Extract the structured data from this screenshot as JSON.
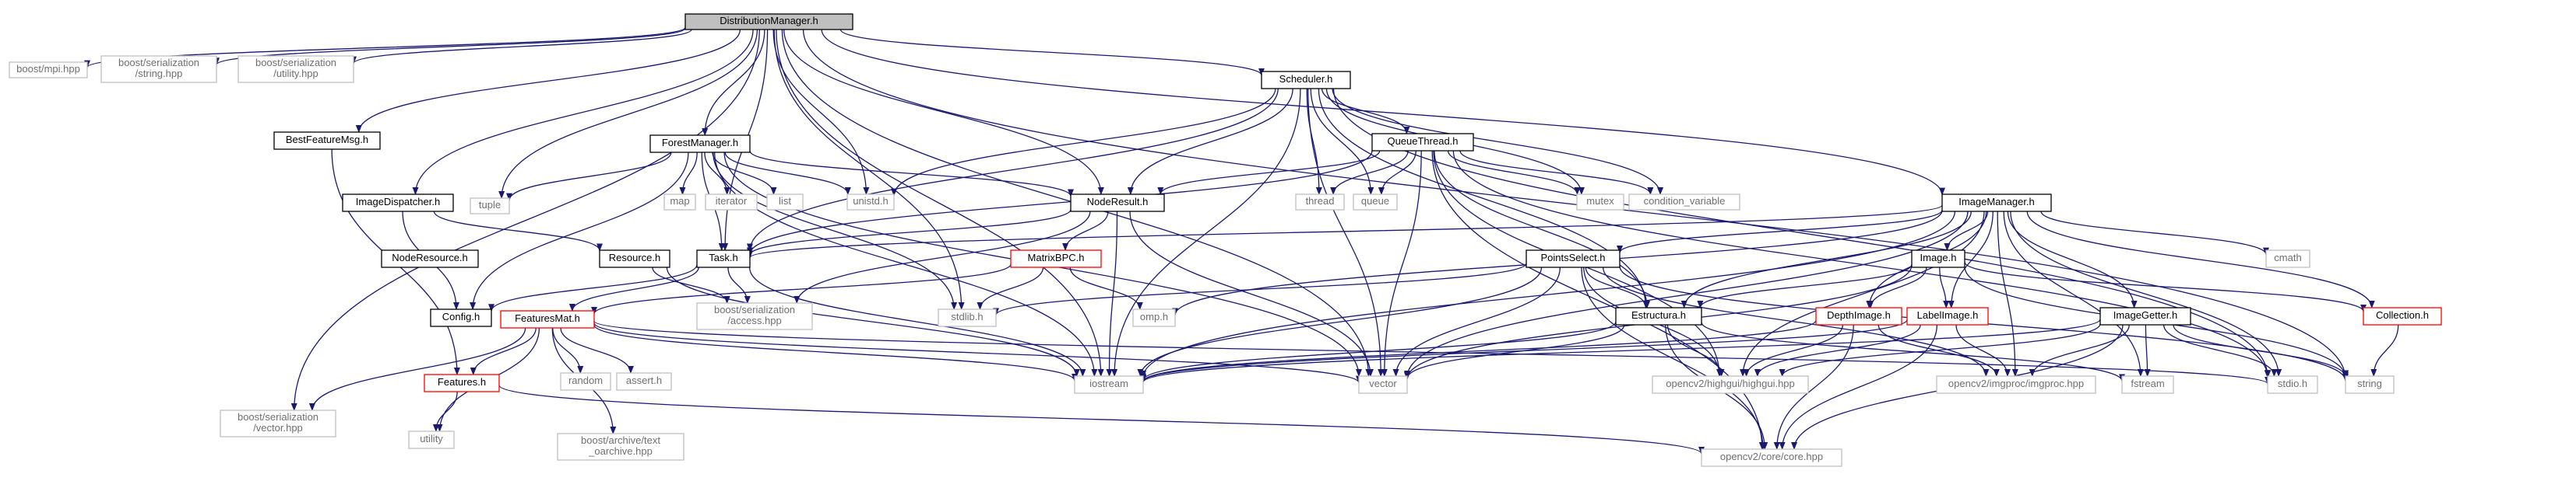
{
  "graph": {
    "colors": {
      "edge": "#191970",
      "documented_border": "#000000",
      "undocumented_border": "#ff0000",
      "external_border": "#bfbfbf",
      "root_fill": "#bfbfbf",
      "text_normal": "#000000",
      "text_external": "#6f6f6f"
    },
    "nodes": [
      {
        "id": "dm",
        "label": "DistributionManager.h",
        "kind": "root"
      },
      {
        "id": "mpi",
        "label": "boost/mpi.hpp",
        "kind": "external"
      },
      {
        "id": "bstr",
        "label": "boost/serialization\n/string.hpp",
        "kind": "external"
      },
      {
        "id": "butil",
        "label": "boost/serialization\n/utility.hpp",
        "kind": "external"
      },
      {
        "id": "bfm",
        "label": "BestFeatureMsg.h",
        "kind": "doc"
      },
      {
        "id": "bvec",
        "label": "boost/serialization\n/vector.hpp",
        "kind": "external"
      },
      {
        "id": "idisp",
        "label": "ImageDispatcher.h",
        "kind": "doc"
      },
      {
        "id": "tuple",
        "label": "tuple",
        "kind": "external"
      },
      {
        "id": "fm",
        "label": "ForestManager.h",
        "kind": "doc"
      },
      {
        "id": "map",
        "label": "map",
        "kind": "external"
      },
      {
        "id": "iter",
        "label": "iterator",
        "kind": "external"
      },
      {
        "id": "lists",
        "label": "list",
        "kind": "external"
      },
      {
        "id": "unistd",
        "label": "unistd.h",
        "kind": "external"
      },
      {
        "id": "sched",
        "label": "Scheduler.h",
        "kind": "doc"
      },
      {
        "id": "qt",
        "label": "QueueThread.h",
        "kind": "doc"
      },
      {
        "id": "thread",
        "label": "thread",
        "kind": "external"
      },
      {
        "id": "queue",
        "label": "queue",
        "kind": "external"
      },
      {
        "id": "mutex",
        "label": "mutex",
        "kind": "external"
      },
      {
        "id": "condv",
        "label": "condition_variable",
        "kind": "external"
      },
      {
        "id": "nres",
        "label": "NodeResult.h",
        "kind": "doc"
      },
      {
        "id": "nrsrc",
        "label": "NodeResource.h",
        "kind": "doc"
      },
      {
        "id": "rsrc",
        "label": "Resource.h",
        "kind": "doc"
      },
      {
        "id": "task",
        "label": "Task.h",
        "kind": "doc"
      },
      {
        "id": "mbpc",
        "label": "MatrixBPC.h",
        "kind": "undoc"
      },
      {
        "id": "config",
        "label": "Config.h",
        "kind": "doc"
      },
      {
        "id": "fmat",
        "label": "FeaturesMat.h",
        "kind": "undoc"
      },
      {
        "id": "access",
        "label": "boost/serialization\n/access.hpp",
        "kind": "external"
      },
      {
        "id": "stdlib",
        "label": "stdlib.h",
        "kind": "external"
      },
      {
        "id": "omp",
        "label": "omp.h",
        "kind": "external"
      },
      {
        "id": "feats",
        "label": "Features.h",
        "kind": "undoc"
      },
      {
        "id": "random",
        "label": "random",
        "kind": "external"
      },
      {
        "id": "assert",
        "label": "assert.h",
        "kind": "external"
      },
      {
        "id": "utility",
        "label": "utility",
        "kind": "external"
      },
      {
        "id": "textarch",
        "label": "boost/archive/text\n_oarchive.hpp",
        "kind": "external"
      },
      {
        "id": "iostream",
        "label": "iostream",
        "kind": "external"
      },
      {
        "id": "vector",
        "label": "vector",
        "kind": "external"
      },
      {
        "id": "imgmgr",
        "label": "ImageManager.h",
        "kind": "doc"
      },
      {
        "id": "psel",
        "label": "PointsSelect.h",
        "kind": "doc"
      },
      {
        "id": "estr",
        "label": "Estructura.h",
        "kind": "doc"
      },
      {
        "id": "image",
        "label": "Image.h",
        "kind": "doc"
      },
      {
        "id": "depth",
        "label": "DepthImage.h",
        "kind": "undoc"
      },
      {
        "id": "label",
        "label": "LabelImage.h",
        "kind": "undoc"
      },
      {
        "id": "igetter",
        "label": "ImageGetter.h",
        "kind": "doc"
      },
      {
        "id": "coll",
        "label": "Collection.h",
        "kind": "undoc"
      },
      {
        "id": "cmath",
        "label": "cmath",
        "kind": "external"
      },
      {
        "id": "highgui",
        "label": "opencv2/highgui/highgui.hpp",
        "kind": "external"
      },
      {
        "id": "imgproc",
        "label": "opencv2/imgproc/imgproc.hpp",
        "kind": "external"
      },
      {
        "id": "fstream",
        "label": "fstream",
        "kind": "external"
      },
      {
        "id": "stdio",
        "label": "stdio.h",
        "kind": "external"
      },
      {
        "id": "string",
        "label": "string",
        "kind": "external"
      },
      {
        "id": "core",
        "label": "opencv2/core/core.hpp",
        "kind": "external"
      }
    ],
    "edges": [
      [
        "dm",
        "mpi"
      ],
      [
        "dm",
        "bstr"
      ],
      [
        "dm",
        "butil"
      ],
      [
        "dm",
        "bfm"
      ],
      [
        "dm",
        "bvec"
      ],
      [
        "dm",
        "idisp"
      ],
      [
        "dm",
        "tuple"
      ],
      [
        "dm",
        "fm"
      ],
      [
        "dm",
        "unistd"
      ],
      [
        "dm",
        "sched"
      ],
      [
        "dm",
        "nres"
      ],
      [
        "dm",
        "task"
      ],
      [
        "dm",
        "stdlib"
      ],
      [
        "dm",
        "iostream"
      ],
      [
        "dm",
        "vector"
      ],
      [
        "dm",
        "imgmgr"
      ],
      [
        "dm",
        "string"
      ],
      [
        "bfm",
        "feats"
      ],
      [
        "idisp",
        "rsrc"
      ],
      [
        "idisp",
        "config"
      ],
      [
        "fm",
        "tuple"
      ],
      [
        "fm",
        "map"
      ],
      [
        "fm",
        "iter"
      ],
      [
        "fm",
        "lists"
      ],
      [
        "fm",
        "unistd"
      ],
      [
        "fm",
        "nres"
      ],
      [
        "fm",
        "task"
      ],
      [
        "fm",
        "config"
      ],
      [
        "fm",
        "stdlib"
      ],
      [
        "fm",
        "iostream"
      ],
      [
        "fm",
        "vector"
      ],
      [
        "sched",
        "qt"
      ],
      [
        "sched",
        "unistd"
      ],
      [
        "sched",
        "thread"
      ],
      [
        "sched",
        "queue"
      ],
      [
        "sched",
        "mutex"
      ],
      [
        "sched",
        "condv"
      ],
      [
        "sched",
        "nres"
      ],
      [
        "sched",
        "task"
      ],
      [
        "sched",
        "estr"
      ],
      [
        "sched",
        "iostream"
      ],
      [
        "sched",
        "vector"
      ],
      [
        "sched",
        "stdio"
      ],
      [
        "qt",
        "thread"
      ],
      [
        "qt",
        "queue"
      ],
      [
        "qt",
        "mutex"
      ],
      [
        "qt",
        "condv"
      ],
      [
        "qt",
        "nres"
      ],
      [
        "qt",
        "task"
      ],
      [
        "qt",
        "estr"
      ],
      [
        "qt",
        "vector"
      ],
      [
        "qt",
        "highgui"
      ],
      [
        "qt",
        "core"
      ],
      [
        "qt",
        "stdio"
      ],
      [
        "nres",
        "task"
      ],
      [
        "nres",
        "mbpc"
      ],
      [
        "nres",
        "access"
      ],
      [
        "nres",
        "iostream"
      ],
      [
        "nres",
        "vector"
      ],
      [
        "rsrc",
        "access"
      ],
      [
        "rsrc",
        "iostream"
      ],
      [
        "task",
        "config"
      ],
      [
        "task",
        "fmat"
      ],
      [
        "task",
        "access"
      ],
      [
        "task",
        "iostream"
      ],
      [
        "mbpc",
        "fmat"
      ],
      [
        "mbpc",
        "stdlib"
      ],
      [
        "mbpc",
        "omp"
      ],
      [
        "fmat",
        "bvec"
      ],
      [
        "fmat",
        "feats"
      ],
      [
        "fmat",
        "random"
      ],
      [
        "fmat",
        "assert"
      ],
      [
        "fmat",
        "utility"
      ],
      [
        "fmat",
        "textarch"
      ],
      [
        "fmat",
        "iostream"
      ],
      [
        "fmat",
        "vector"
      ],
      [
        "fmat",
        "stdio"
      ],
      [
        "feats",
        "utility"
      ],
      [
        "feats",
        "core"
      ],
      [
        "imgmgr",
        "psel"
      ],
      [
        "imgmgr",
        "estr"
      ],
      [
        "imgmgr",
        "image"
      ],
      [
        "imgmgr",
        "depth"
      ],
      [
        "imgmgr",
        "label"
      ],
      [
        "imgmgr",
        "igetter"
      ],
      [
        "imgmgr",
        "coll"
      ],
      [
        "imgmgr",
        "cmath"
      ],
      [
        "imgmgr",
        "omp"
      ],
      [
        "imgmgr",
        "highgui"
      ],
      [
        "imgmgr",
        "imgproc"
      ],
      [
        "imgmgr",
        "iostream"
      ],
      [
        "imgmgr",
        "vector"
      ],
      [
        "imgmgr",
        "stdio"
      ],
      [
        "imgmgr",
        "fstream"
      ],
      [
        "imgmgr",
        "task"
      ],
      [
        "psel",
        "estr"
      ],
      [
        "psel",
        "stdlib"
      ],
      [
        "psel",
        "iostream"
      ],
      [
        "psel",
        "vector"
      ],
      [
        "psel",
        "highgui"
      ],
      [
        "psel",
        "imgproc"
      ],
      [
        "psel",
        "core"
      ],
      [
        "psel",
        "string"
      ],
      [
        "estr",
        "iostream"
      ],
      [
        "estr",
        "vector"
      ],
      [
        "estr",
        "highgui"
      ],
      [
        "estr",
        "core"
      ],
      [
        "estr",
        "fstream"
      ],
      [
        "image",
        "estr"
      ],
      [
        "image",
        "depth"
      ],
      [
        "image",
        "label"
      ],
      [
        "image",
        "coll"
      ],
      [
        "image",
        "string"
      ],
      [
        "image",
        "vector"
      ],
      [
        "depth",
        "highgui"
      ],
      [
        "depth",
        "imgproc"
      ],
      [
        "depth",
        "core"
      ],
      [
        "depth",
        "iostream"
      ],
      [
        "label",
        "highgui"
      ],
      [
        "label",
        "imgproc"
      ],
      [
        "label",
        "core"
      ],
      [
        "label",
        "iostream"
      ],
      [
        "igetter",
        "highgui"
      ],
      [
        "igetter",
        "imgproc"
      ],
      [
        "igetter",
        "core"
      ],
      [
        "igetter",
        "fstream"
      ],
      [
        "igetter",
        "stdio"
      ],
      [
        "igetter",
        "string"
      ],
      [
        "igetter",
        "iostream"
      ],
      [
        "coll",
        "string"
      ]
    ]
  }
}
